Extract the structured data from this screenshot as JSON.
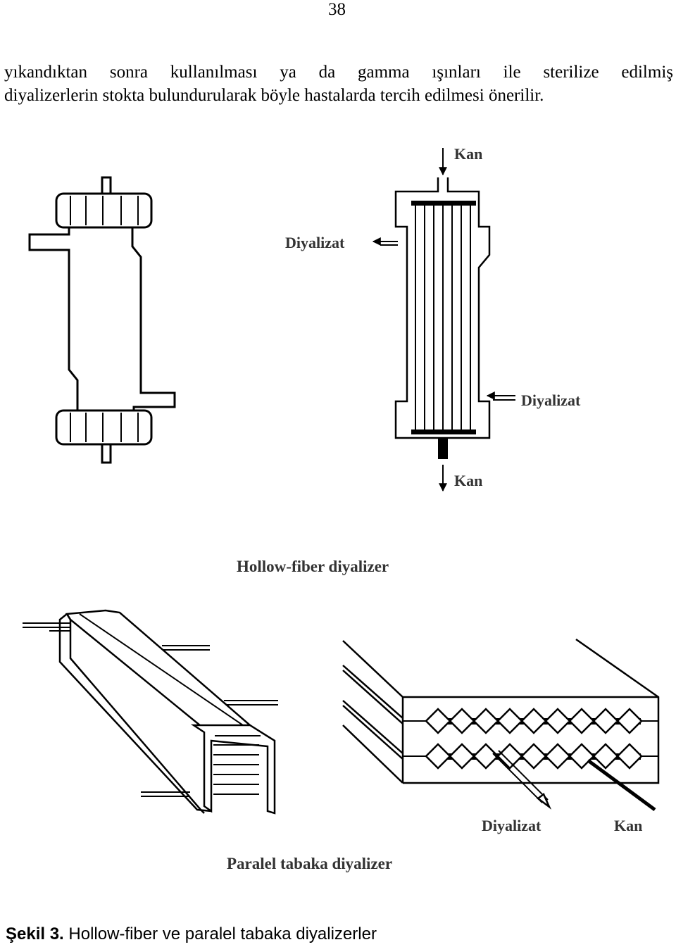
{
  "page_number": "38",
  "paragraph": {
    "line1": "yıkandıktan sonra kullanılması ya da gamma ışınları ile sterilize edilmiş",
    "line2": "diyalizerlerin stokta bulundurularak böyle hastalarda tercih edilmesi önerilir."
  },
  "figure": {
    "hollow": {
      "blood_in": "Kan",
      "dialysate_out": "Diyalizat",
      "dialysate_in": "Diyalizat",
      "blood_out": "Kan",
      "title": "Hollow-fiber diyalizer"
    },
    "parallel": {
      "dialysate": "Diyalizat",
      "blood": "Kan",
      "title": "Paralel tabaka diyalizer"
    }
  },
  "caption": {
    "label": "Şekil 3.",
    "text": "Hollow-fiber ve paralel tabaka diyalizerler"
  }
}
